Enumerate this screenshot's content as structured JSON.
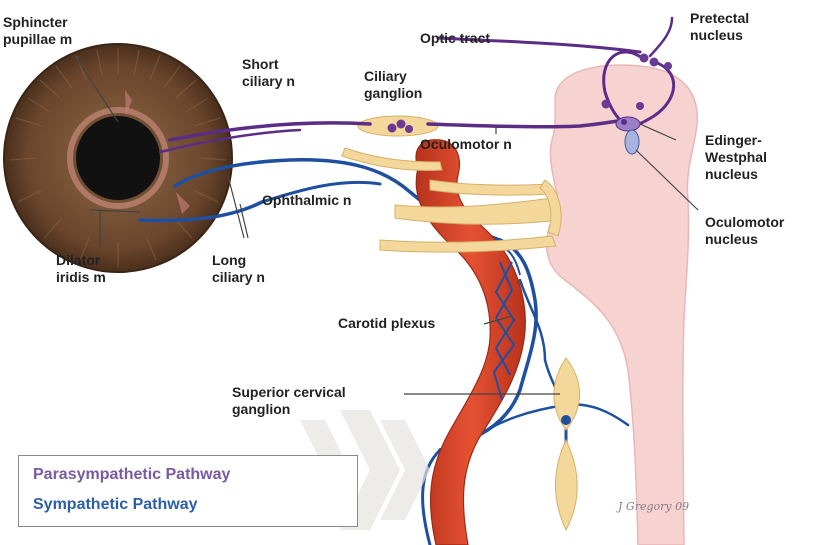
{
  "labels": {
    "sphincter_pupillae": [
      "Sphincter",
      "pupillae m"
    ],
    "short_ciliary": [
      "Short",
      "ciliary n"
    ],
    "ciliary_ganglion": [
      "Ciliary",
      "ganglion"
    ],
    "optic_tract": "Optic tract",
    "pretectal_nucleus": [
      "Pretectal",
      "nucleus"
    ],
    "oculomotor_n": "Oculomotor n",
    "edinger_westphal": [
      "Edinger-",
      "Westphal",
      "nucleus"
    ],
    "ophthalmic_n": "Ophthalmic n",
    "oculomotor_nucleus": [
      "Oculomotor",
      "nucleus"
    ],
    "dilator_iridis": [
      "Dilator",
      "iridis m"
    ],
    "long_ciliary": [
      "Long",
      "ciliary n"
    ],
    "carotid_plexus": "Carotid plexus",
    "superior_cervical_ganglion": [
      "Superior cervical",
      "ganglion"
    ]
  },
  "legend": {
    "parasympathetic": "Parasympathetic Pathway",
    "sympathetic": "Sympathetic Pathway"
  },
  "signature": "J Gregory 09",
  "colors": {
    "parasympathetic": "#7a5aa0",
    "sympathetic": "#2a5fa8",
    "parasympathetic_nerve": "#5b2d86",
    "sympathetic_nerve": "#1f4fa0",
    "artery": "#d9432a",
    "brainstem": "#f6d2d0",
    "ganglion": "#f4d79a",
    "iris": "#6e4a32",
    "pupil": "#111111"
  }
}
